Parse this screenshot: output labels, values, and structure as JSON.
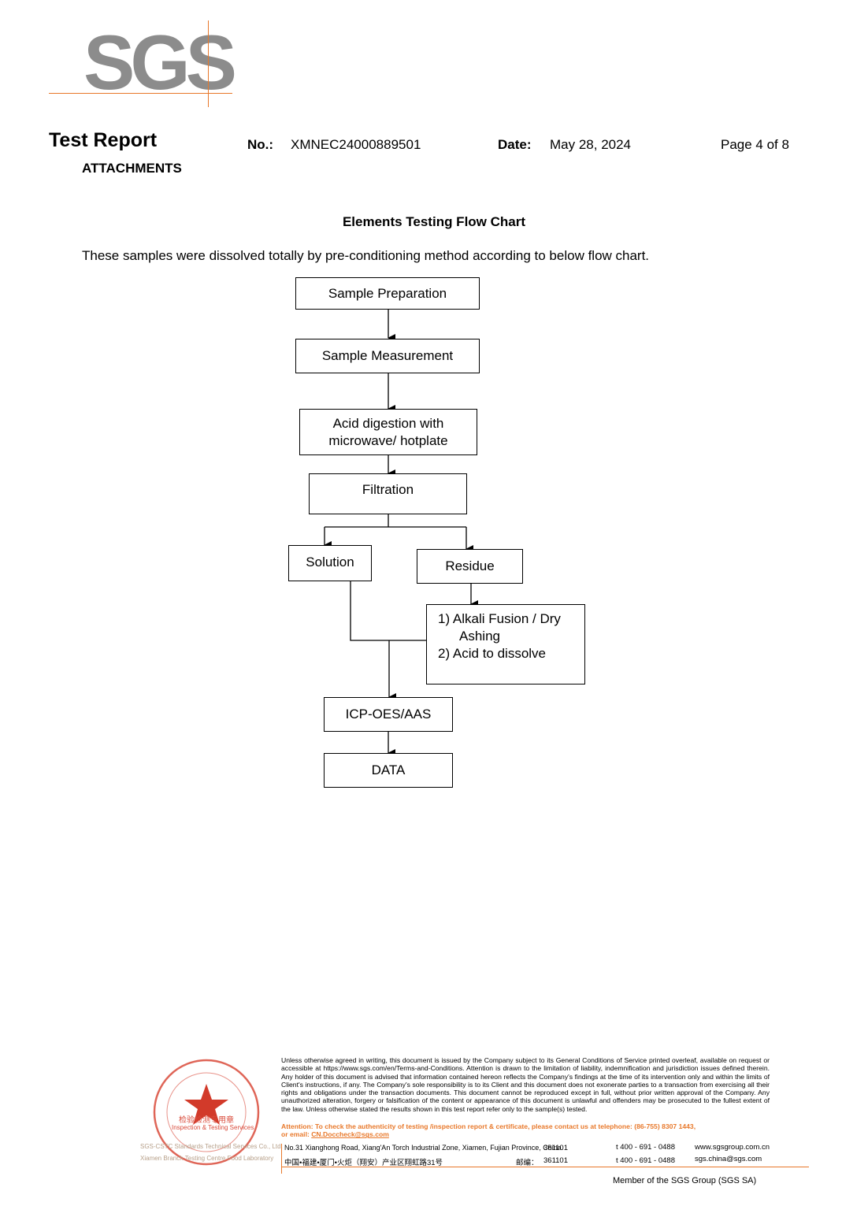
{
  "logo": {
    "text": "SGS"
  },
  "header": {
    "title": "Test Report",
    "subtitle": "ATTACHMENTS",
    "no_label": "No.:",
    "no_value": "XMNEC24000889501",
    "date_label": "Date:",
    "date_value": "May 28, 2024",
    "page": "Page 4 of 8"
  },
  "content": {
    "chart_title": "Elements Testing Flow Chart",
    "intro": "These samples were dissolved totally by pre-conditioning method according to below flow chart."
  },
  "flow": {
    "step1": "Sample Preparation",
    "step2": "Sample Measurement",
    "step3_line1": "Acid digestion with",
    "step3_line2": "microwave/ hotplate",
    "step4": "Filtration",
    "solution": "Solution",
    "residue": "Residue",
    "alkali_line1": "1) Alkali Fusion / Dry",
    "alkali_line2": "Ashing",
    "alkali_line3": "2) Acid to dissolve",
    "icp": "ICP-OES/AAS",
    "data": "DATA"
  },
  "footer": {
    "fine_print": "Unless otherwise agreed in writing, this document is issued by the Company subject to its General Conditions of Service printed overleaf, available on request or accessible at https://www.sgs.com/en/Terms-and-Conditions. Attention is drawn to the limitation of liability, indemnification and jurisdiction issues defined therein. Any holder of this document is advised that information contained hereon reflects the Company's findings at the time of its intervention only and within the limits of Client's instructions, if any. The Company's sole responsibility is to its Client and this document does not exonerate parties to a transaction from exercising all their rights and obligations under the transaction documents. This document cannot be reproduced except in full, without prior written approval of the Company. Any unauthorized alteration, forgery or falsification of the content or appearance of this document is unlawful and offenders may be prosecuted to the fullest extent of the law. Unless otherwise stated the results shown in this test report refer only to the sample(s) tested.",
    "attention": "Attention: To check the authenticity of testing /inspection report & certificate, please contact us at telephone: (86-755) 8307 1443,",
    "email_prefix": "or email: ",
    "email": "CN.Doccheck@sgs.com",
    "addr_en": "No.31 Xianghong Road, Xiang'An Torch Industrial Zone, Xiamen, Fujian Province, China.",
    "postcode_en": "361101",
    "addr_cn": "中国•福建•厦门•火炬（翔安）产业区翔虹路31号",
    "postcode_cn_label": "邮编：",
    "postcode_cn": "361101",
    "tel1": "t 400 - 691 - 0488",
    "tel2": "t 400 - 691 - 0488",
    "web": "www.sgsgroup.com.cn",
    "mail": "sgs.china@sgs.com",
    "member": "Member of the SGS Group (SGS SA)",
    "company_line1": "SGS-CSTC Standards Technical Services Co., Ltd.",
    "company_line2": "Xiamen Branch Testing Centre Food Laboratory",
    "stamp_cn": "检验检测专用章",
    "stamp_en": "Inspection & Testing Services"
  }
}
